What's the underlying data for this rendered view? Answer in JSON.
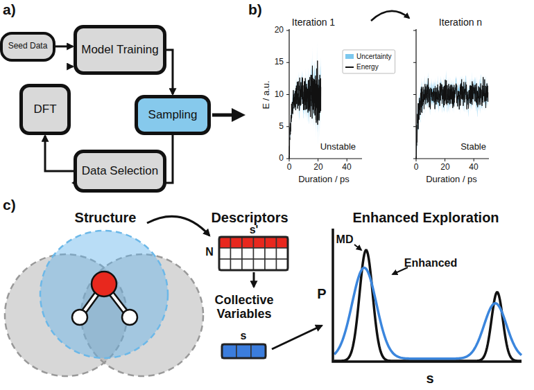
{
  "diagram": {
    "nodes": [
      {
        "text": [
          "Seed Data"
        ]
      },
      {
        "text": [
          "Model Training"
        ]
      },
      {
        "text": [
          "Sampling"
        ]
      },
      {
        "text": [
          "Data Selection"
        ]
      },
      {
        "text": [
          "DFT"
        ]
      }
    ],
    "edges": [
      {
        "from": 0,
        "to": 1,
        "arrow": "to"
      },
      {
        "from": 1,
        "to": 2,
        "arrow": "to"
      },
      {
        "from": 2,
        "to": 3,
        "arrow": "to"
      },
      {
        "from": 3,
        "to": 4,
        "arrow": "to"
      },
      {
        "from": 4,
        "to": 1,
        "arrow": "to"
      }
    ],
    "labels": [
      "a)",
      "b)",
      "Iteration 1",
      "Iteration n",
      "Unstable",
      "Stable",
      "E / a.u.",
      "20",
      "15",
      "10",
      "5",
      "0",
      "0",
      "20",
      "40",
      "Duration / ps",
      "0",
      "20",
      "40",
      "Duration / ps",
      "c)",
      "Structure",
      "Descriptors",
      "s'",
      "N",
      "Collective Variables",
      "s",
      "Enhanced Exploration",
      "MD",
      "Enhanced",
      "P",
      "s"
    ],
    "legend": [
      {
        "text": "Uncertainty",
        "color": "#7cc8ee"
      },
      {
        "text": "Energy"
      }
    ]
  }
}
